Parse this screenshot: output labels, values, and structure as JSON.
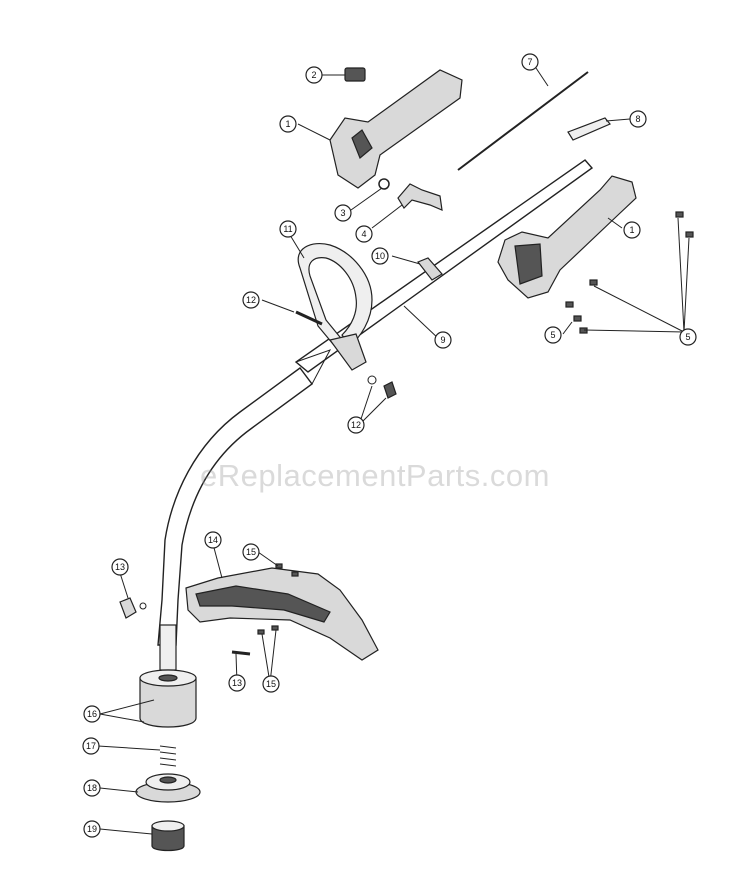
{
  "watermark": "eReplacementParts.com",
  "callouts": [
    "1",
    "2",
    "3",
    "4",
    "1",
    "5",
    "5",
    "7",
    "8",
    "9",
    "10",
    "11",
    "12",
    "12",
    "13",
    "13",
    "14",
    "15",
    "15",
    "16",
    "17",
    "18",
    "19"
  ]
}
